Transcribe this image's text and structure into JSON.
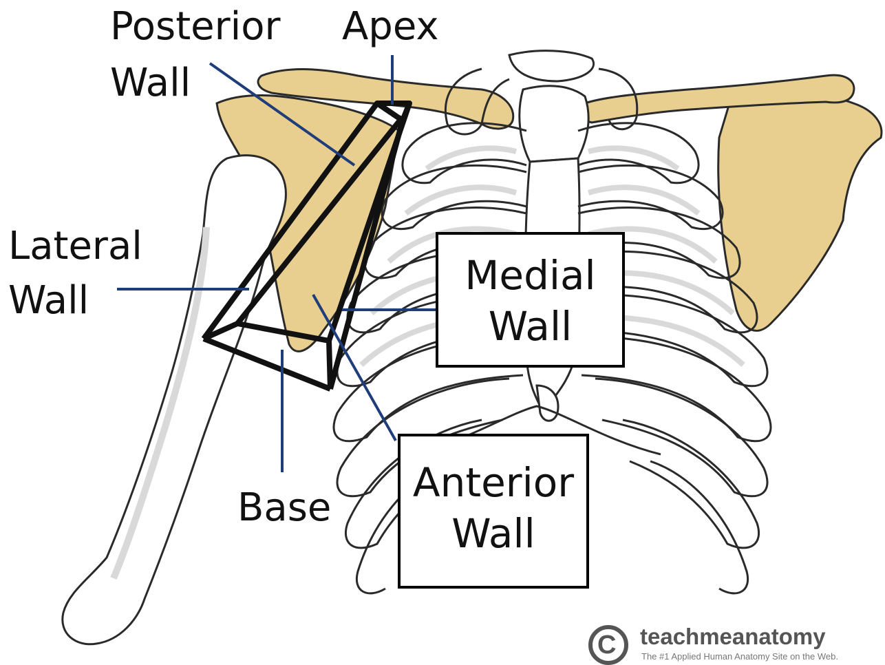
{
  "labels": {
    "posterior_line1": "Posterior",
    "posterior_line2": "Wall",
    "apex": "Apex",
    "lateral_line1": "Lateral",
    "lateral_line2": "Wall",
    "medial_line1": "Medial",
    "medial_line2": "Wall",
    "base": "Base",
    "anterior_line1": "Anterior",
    "anterior_line2": "Wall"
  },
  "watermark": {
    "logo_letter": "C",
    "brand": "teachmeanatomy",
    "tagline": "The #1 Applied Human Anatomy Site on the Web."
  },
  "colors": {
    "bone_fill": "#ffffff",
    "bone_outline": "#222222",
    "bone_shadow": "#d9d9d9",
    "shoulder_bone_fill": "#e8cf8f",
    "pointer_line": "#1f3d7a",
    "pyramid_outline": "#111111"
  }
}
